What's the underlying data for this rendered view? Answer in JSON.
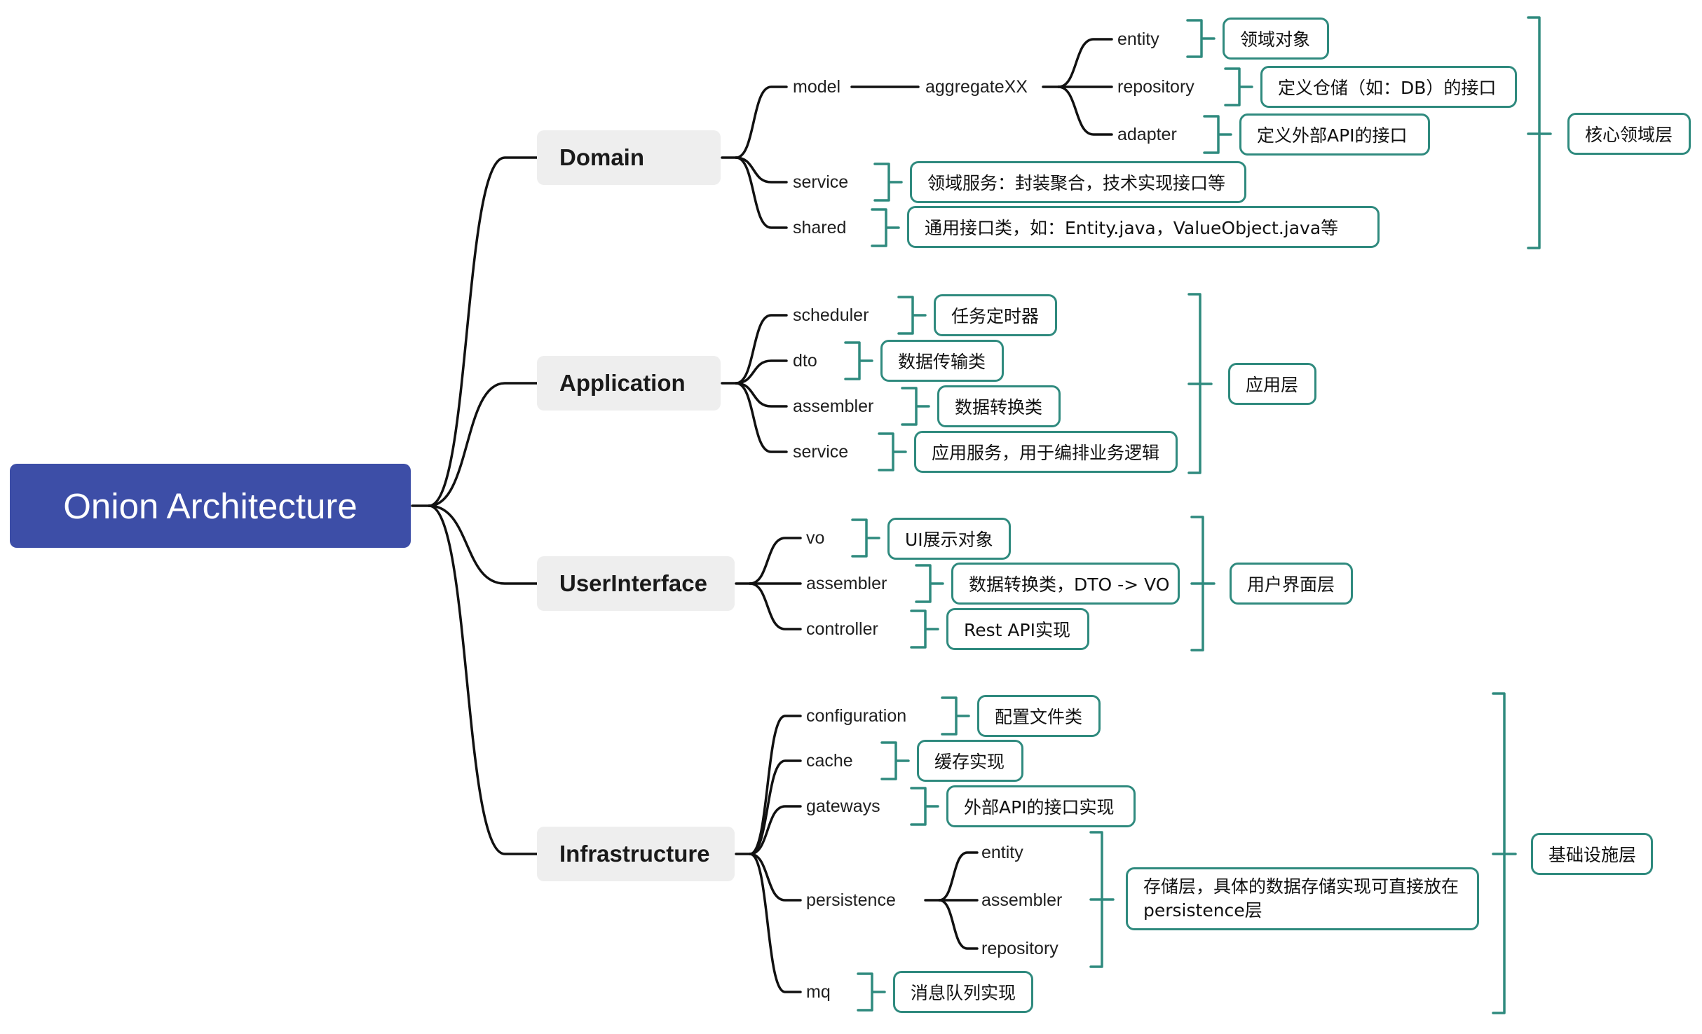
{
  "title": "Onion Architecture",
  "colors": {
    "root": "#3d4ea7",
    "branch": "#eeeeee",
    "line": "#111111",
    "bracket": "#2f8a7e"
  },
  "domain": {
    "label": "Domain",
    "model": "model",
    "aggregate": "aggregateXX",
    "entity": "entity",
    "entity_note": "领域对象",
    "repository": "repository",
    "repository_note": "定义仓储（如：DB）的接口",
    "adapter": "adapter",
    "adapter_note": "定义外部API的接口",
    "service": "service",
    "service_note": "领域服务：封装聚合，技术实现接口等",
    "shared": "shared",
    "shared_note": "通用接口类，如：Entity.java，ValueObject.java等",
    "layer": "核心领域层"
  },
  "application": {
    "label": "Application",
    "scheduler": "scheduler",
    "scheduler_note": "任务定时器",
    "dto": "dto",
    "dto_note": "数据传输类",
    "assembler": "assembler",
    "assembler_note": "数据转换类",
    "service": "service",
    "service_note": "应用服务，用于编排业务逻辑",
    "layer": "应用层"
  },
  "ui": {
    "label": "UserInterface",
    "vo": "vo",
    "vo_note": "UI展示对象",
    "assembler": "assembler",
    "assembler_note": "数据转换类，DTO -> VO",
    "controller": "controller",
    "controller_note": "Rest API实现",
    "layer": "用户界面层"
  },
  "infra": {
    "label": "Infrastructure",
    "configuration": "configuration",
    "configuration_note": "配置文件类",
    "cache": "cache",
    "cache_note": "缓存实现",
    "gateways": "gateways",
    "gateways_note": "外部API的接口实现",
    "persistence": "persistence",
    "p_entity": "entity",
    "p_assembler": "assembler",
    "p_repository": "repository",
    "persistence_note": "存储层，具体的数据存储实现可直接放在persistence层",
    "mq": "mq",
    "mq_note": "消息队列实现",
    "layer": "基础设施层"
  }
}
